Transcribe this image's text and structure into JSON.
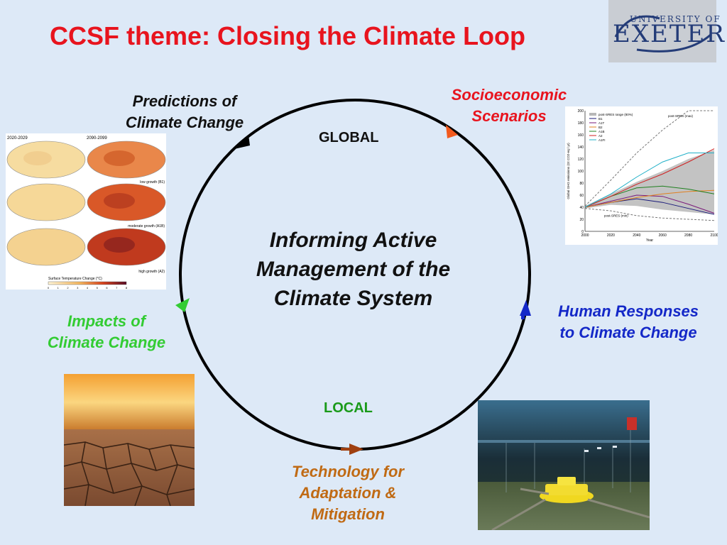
{
  "title": "CCSF theme: Closing the Climate Loop",
  "logo": {
    "small": "UNIVERSITY OF",
    "big": "EXETER"
  },
  "center": {
    "line1": "Informing Active",
    "line2": "Management of the",
    "line3": "Climate System"
  },
  "scale": {
    "top": "GLOBAL",
    "bottom": "LOCAL"
  },
  "nodes": {
    "predictions": {
      "line1": "Predictions of",
      "line2": "Climate Change",
      "color": "#000000"
    },
    "socioeconomic": {
      "line1": "Socioeconomic",
      "line2": "Scenarios",
      "color": "#e8141e"
    },
    "impacts": {
      "line1": "Impacts of",
      "line2": "Climate Change",
      "color": "#33cc33"
    },
    "human": {
      "line1": "Human Responses",
      "line2": "to Climate Change",
      "color": "#1428c8"
    },
    "technology": {
      "line1": "Technology for",
      "line2": "Adaptation &",
      "line3": "Mitigation",
      "color": "#c06a14"
    }
  },
  "maps_panel": {
    "col1": "2020-2029",
    "col2": "2090-2099",
    "row_labels": [
      "low growth (B1)",
      "moderate growth (A1B)",
      "high growth (A2)"
    ],
    "scale_label": "Surface Temperature Change (°C)",
    "scale_ticks": [
      "0",
      "1",
      "2",
      "3",
      "4",
      "5",
      "6",
      "7",
      "8"
    ]
  },
  "chart_data": {
    "type": "line",
    "ylabel": "Global GHG emissions (Gt CO2-eq / yr)",
    "xlabel": "Year",
    "x": [
      2000,
      2020,
      2040,
      2060,
      2080,
      2100
    ],
    "xlim": [
      2000,
      2100
    ],
    "ylim": [
      0,
      200
    ],
    "yticks": [
      0,
      20,
      40,
      60,
      80,
      100,
      120,
      140,
      160,
      180,
      200
    ],
    "legend": [
      "post-SRES range (80%)",
      "B1",
      "A1T",
      "B2",
      "A1B",
      "A2",
      "A1FI"
    ],
    "annotations": [
      "post-SRES (max)",
      "post-SRES (min)"
    ],
    "series": [
      {
        "name": "B1",
        "color": "#1a1a7a",
        "x": [
          2000,
          2020,
          2040,
          2060,
          2080,
          2100
        ],
        "values": [
          40,
          48,
          54,
          48,
          38,
          28
        ]
      },
      {
        "name": "A1T",
        "color": "#7a1a7a",
        "x": [
          2000,
          2020,
          2040,
          2060,
          2080,
          2100
        ],
        "values": [
          40,
          50,
          60,
          58,
          45,
          30
        ]
      },
      {
        "name": "B2",
        "color": "#e08020",
        "x": [
          2000,
          2020,
          2040,
          2060,
          2080,
          2100
        ],
        "values": [
          40,
          48,
          56,
          62,
          66,
          68
        ]
      },
      {
        "name": "A1B",
        "color": "#208020",
        "x": [
          2000,
          2020,
          2040,
          2060,
          2080,
          2100
        ],
        "values": [
          40,
          58,
          72,
          75,
          70,
          62
        ]
      },
      {
        "name": "A2",
        "color": "#d02020",
        "x": [
          2000,
          2020,
          2040,
          2060,
          2080,
          2100
        ],
        "values": [
          40,
          58,
          78,
          95,
          115,
          137
        ]
      },
      {
        "name": "A1FI",
        "color": "#20b0c8",
        "x": [
          2000,
          2020,
          2040,
          2060,
          2080,
          2100
        ],
        "values": [
          40,
          62,
          90,
          115,
          130,
          130
        ]
      }
    ],
    "range_band": {
      "upper": [
        42,
        62,
        82,
        100,
        120,
        135
      ],
      "lower": [
        38,
        44,
        42,
        36,
        32,
        28
      ]
    },
    "max_line": [
      42,
      85,
      130,
      168,
      200,
      220
    ],
    "min_line": [
      38,
      34,
      26,
      22,
      20,
      18
    ]
  }
}
